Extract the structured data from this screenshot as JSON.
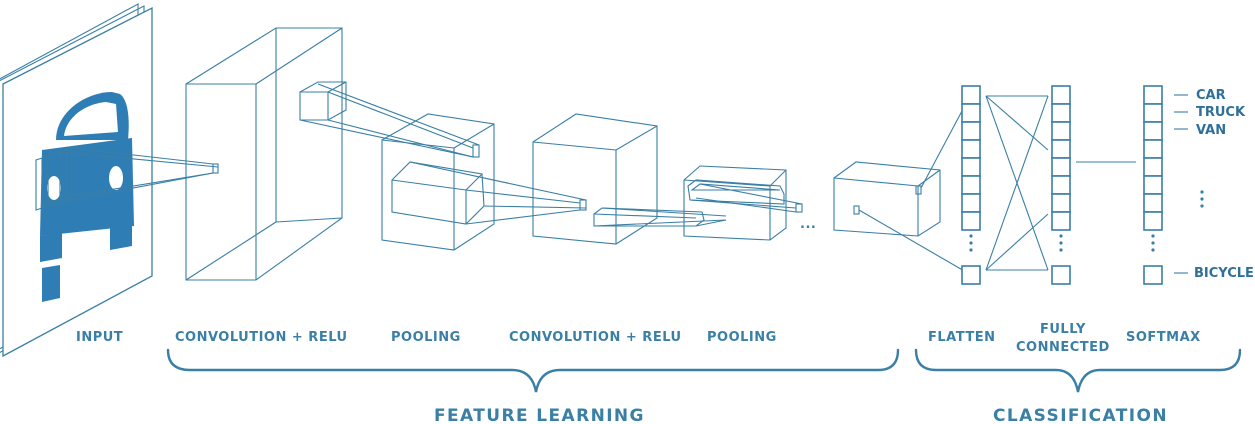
{
  "labels": {
    "input": "INPUT",
    "conv1": "CONVOLUTION + RELU",
    "pool1": "POOLING",
    "conv2": "CONVOLUTION + RELU",
    "pool2": "POOLING",
    "flatten": "FLATTEN",
    "fully_connected_line1": "FULLY",
    "fully_connected_line2": "CONNECTED",
    "softmax": "SOFTMAX"
  },
  "groups": {
    "feature_learning": "FEATURE LEARNING",
    "classification": "CLASSIFICATION"
  },
  "output_classes": [
    "CAR",
    "TRUCK",
    "VAN",
    "BICYCLE"
  ],
  "ellipsis": "...",
  "colors": {
    "line": "#3a7fa6",
    "car_fill": "#2e7db5",
    "text": "#3a7fa6"
  }
}
